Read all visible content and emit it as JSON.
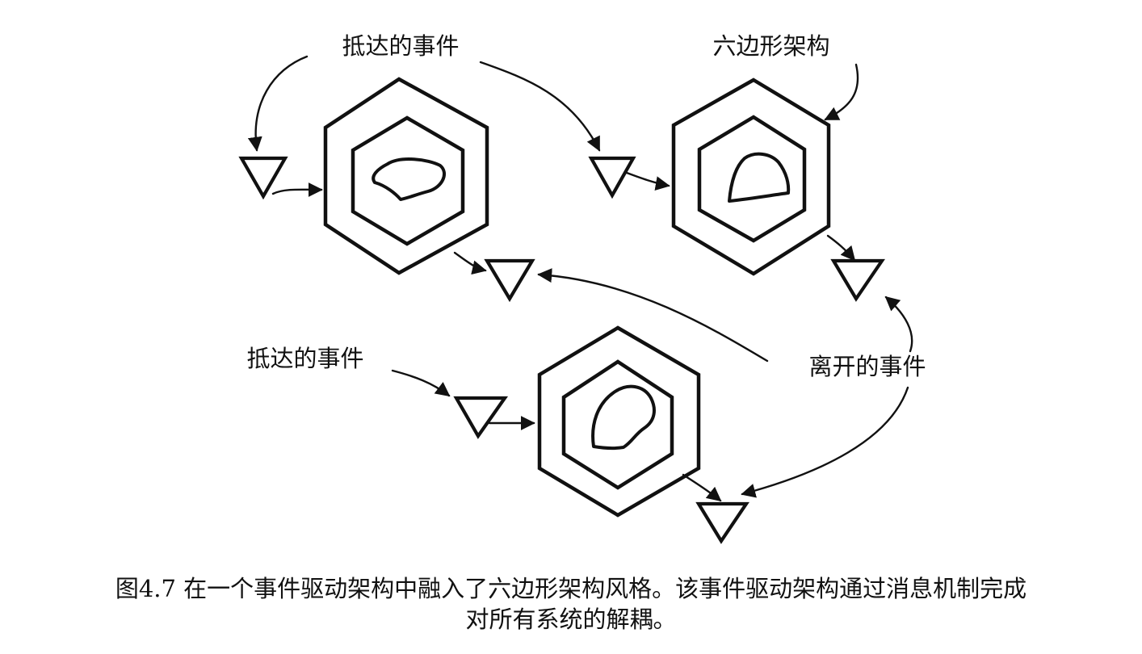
{
  "diagram": {
    "labels": {
      "arriving_events_top": "抵达的事件",
      "hexagonal_architecture": "六边形架构",
      "arriving_events_bottom": "抵达的事件",
      "leaving_events": "离开的事件"
    }
  },
  "caption": {
    "line1": "图4.7 在一个事件驱动架构中融入了六边形架构风格。该事件驱动架构通过消息机制完成",
    "line2": "对所有系统的解耦。"
  }
}
